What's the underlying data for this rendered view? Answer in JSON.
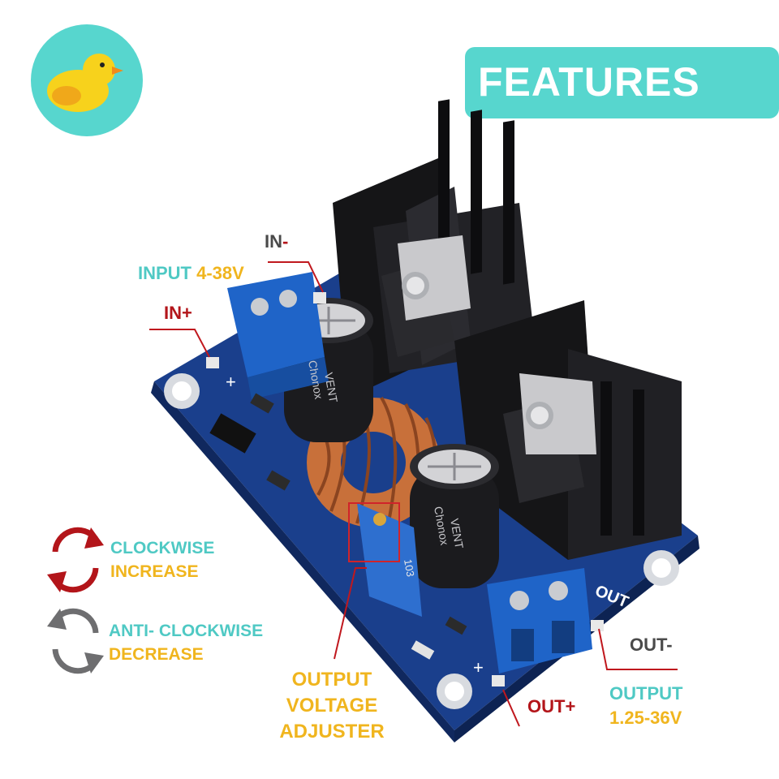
{
  "banner": {
    "title": "FEATURES",
    "color": "#57d6ce"
  },
  "logo": {
    "icon": "duck-icon"
  },
  "labels": {
    "in_minus": {
      "prefix": "IN",
      "sign": "-"
    },
    "input": {
      "text": "INPUT",
      "range": "4-38V"
    },
    "in_plus": "IN+",
    "clockwise": {
      "line1": "CLOCKWISE",
      "line2": "INCREASE"
    },
    "anti_clockwise": {
      "line1": "ANTI- CLOCKWISE",
      "line2": "DECREASE"
    },
    "adjuster": {
      "line1": "OUTPUT",
      "line2": "VOLTAGE",
      "line3": "ADJUSTER"
    },
    "out_minus": "OUT-",
    "out_plus": "OUT+",
    "output": {
      "line1": "OUTPUT",
      "line2": "1.25-36V"
    }
  },
  "board_marks": {
    "cap_brand": "Chonox",
    "cap_series": "VENT",
    "pot_code": "103",
    "plus": "+",
    "out": "OUT"
  },
  "colors": {
    "teal": "#4fc9c4",
    "yellow": "#f0b51e",
    "red": "#b3151a",
    "gray": "#4a4a4a",
    "pcb": "#1a3f8c",
    "terminal": "#1f64c8",
    "heatsink": "#151517",
    "copper": "#c8703a"
  }
}
